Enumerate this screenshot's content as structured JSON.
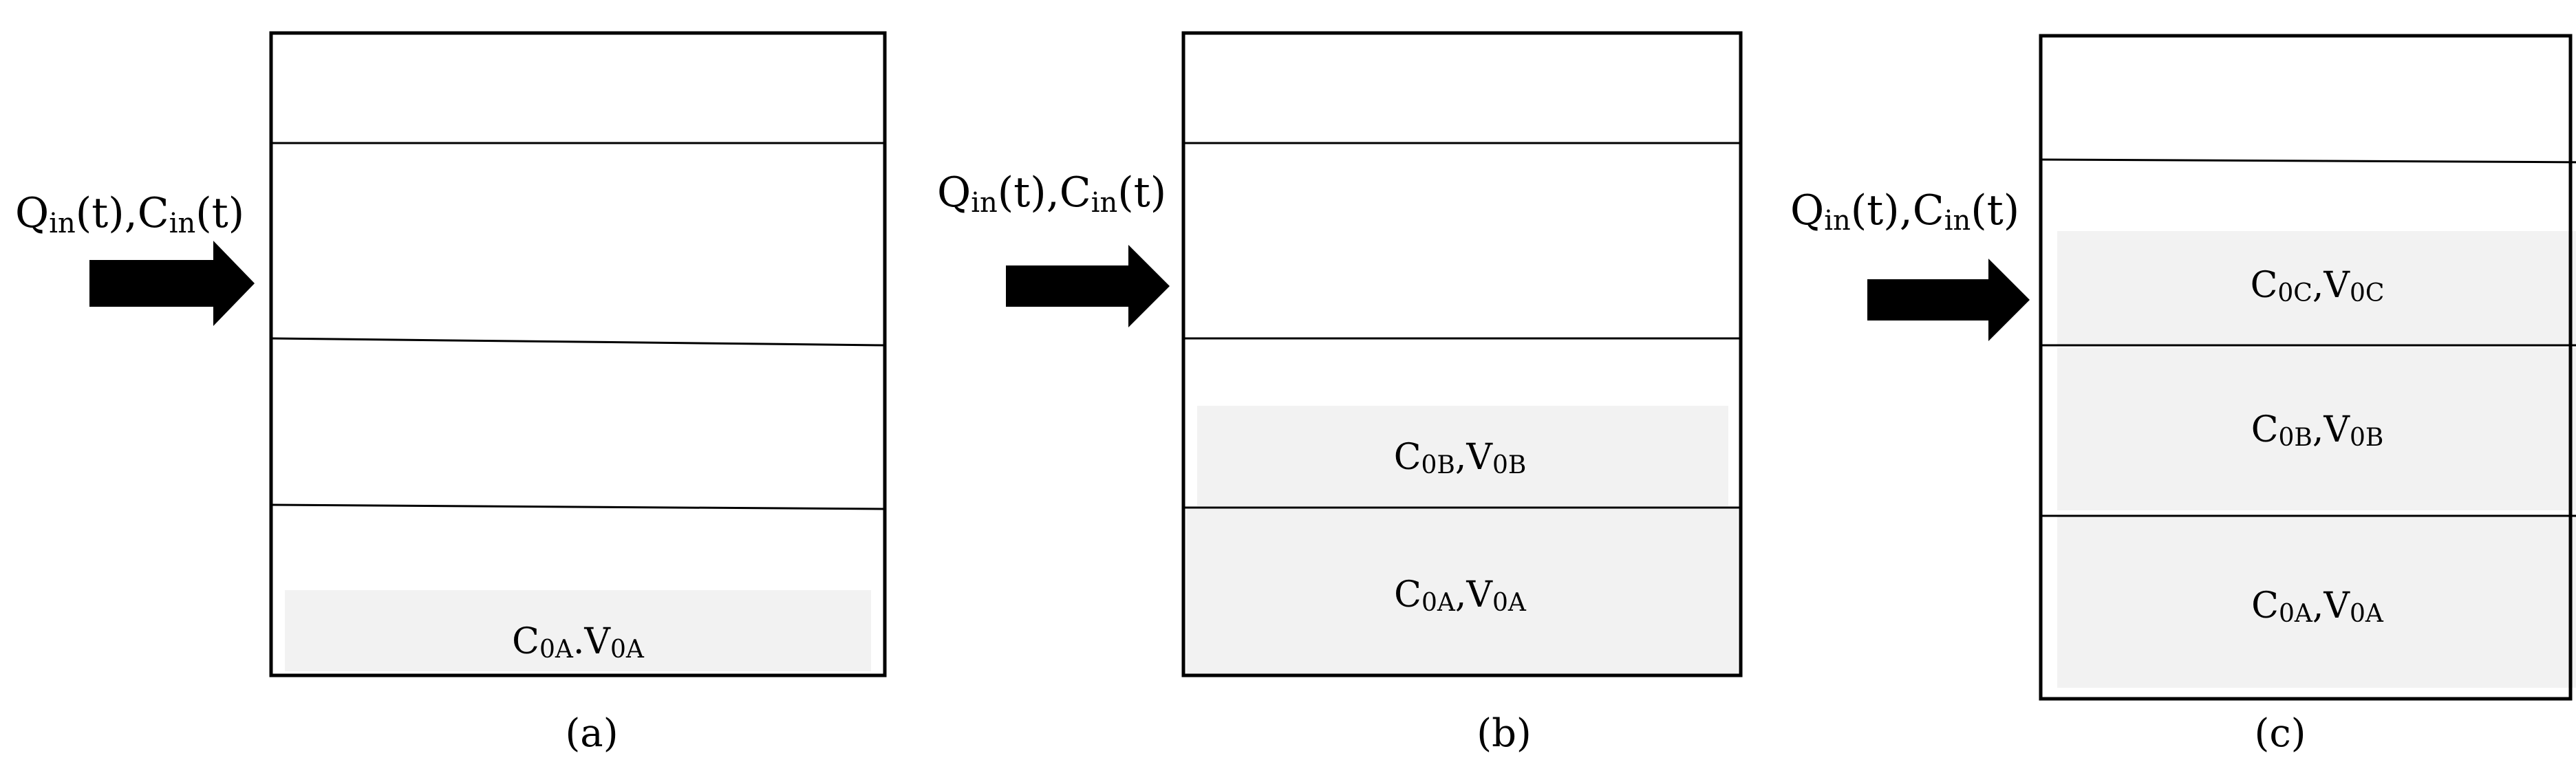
{
  "panels": [
    {
      "caption": "(a)",
      "inflow": {
        "q": "Q",
        "q_sub": "in",
        "q_arg": "(t)",
        "c": "C",
        "c_sub": "in",
        "c_arg": "(t)"
      },
      "layers": [
        {
          "c": "C",
          "c_sub": "0A",
          "sep": ".",
          "v": "V",
          "v_sub": "0A"
        }
      ]
    },
    {
      "caption": "(b)",
      "inflow": {
        "q": "Q",
        "q_sub": "in",
        "q_arg": "(t)",
        "c": "C",
        "c_sub": "in",
        "c_arg": "(t)"
      },
      "layers": [
        {
          "c": "C",
          "c_sub": "0B",
          "sep": ",",
          "v": "V",
          "v_sub": "0B"
        },
        {
          "c": "C",
          "c_sub": "0A",
          "sep": ",",
          "v": "V",
          "v_sub": "0A"
        }
      ]
    },
    {
      "caption": "(c)",
      "inflow": {
        "q": "Q",
        "q_sub": "in",
        "q_arg": "(t)",
        "c": "C",
        "c_sub": "in",
        "c_arg": "(t)"
      },
      "layers": [
        {
          "c": "C",
          "c_sub": "0C",
          "sep": ",",
          "v": "V",
          "v_sub": "0C"
        },
        {
          "c": "C",
          "c_sub": "0B",
          "sep": ",",
          "v": "V",
          "v_sub": "0B"
        },
        {
          "c": "C",
          "c_sub": "0A",
          "sep": ",",
          "v": "V",
          "v_sub": "0A"
        }
      ]
    }
  ],
  "colors": {
    "border": "#000000",
    "layer_fill": "#f2f2f2",
    "arrow": "#000000",
    "background": "#ffffff"
  }
}
